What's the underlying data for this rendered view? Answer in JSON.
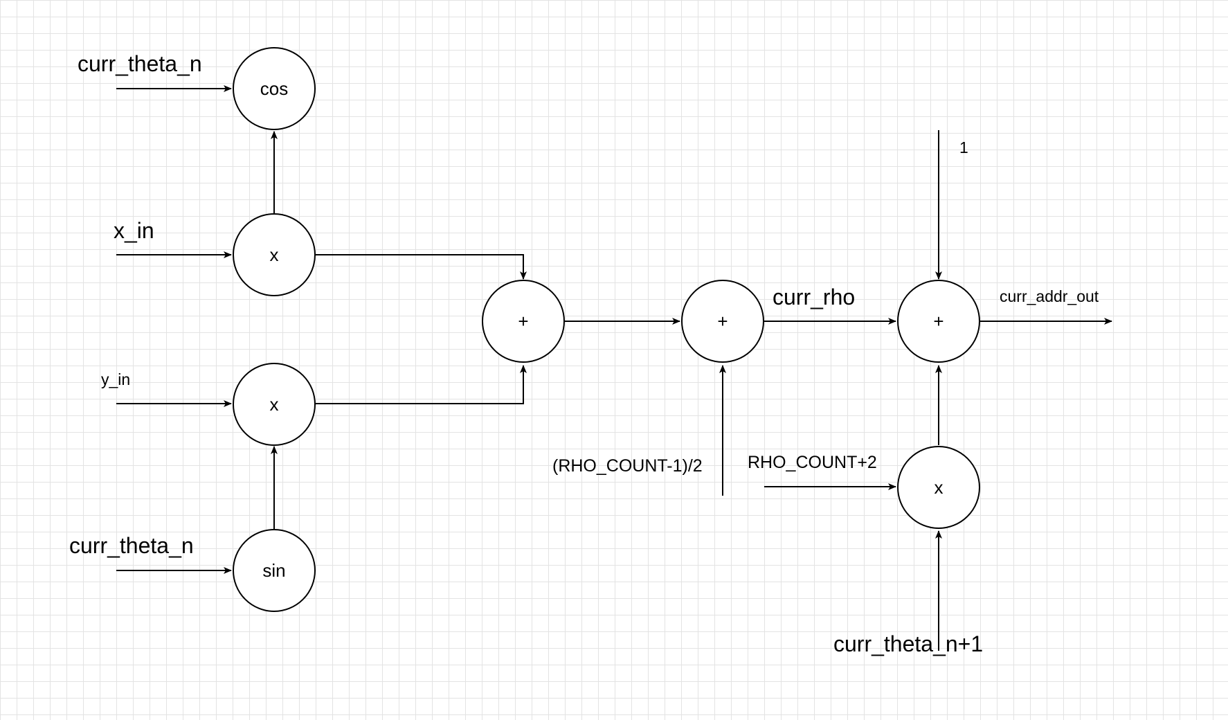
{
  "diagram": {
    "nodes": {
      "cos": "cos",
      "mul_x": "x",
      "mul_y": "x",
      "sin": "sin",
      "add_xy": "+",
      "add_offset": "+",
      "add_out": "+",
      "mul_theta": "x"
    },
    "labels": {
      "curr_theta_n_top": "curr_theta_n",
      "x_in": "x_in",
      "y_in": "y_in",
      "curr_theta_n_bottom": "curr_theta_n",
      "rho_offset": "(RHO_COUNT-1)/2",
      "curr_rho": "curr_rho",
      "one": "1",
      "rho_count_plus_2": "RHO_COUNT+2",
      "curr_addr_out": "curr_addr_out",
      "curr_theta_n_plus_1": "curr_theta_n+1"
    },
    "colors": {
      "line": "#000000",
      "grid": "#e3e3e3",
      "background": "#ffffff"
    }
  }
}
